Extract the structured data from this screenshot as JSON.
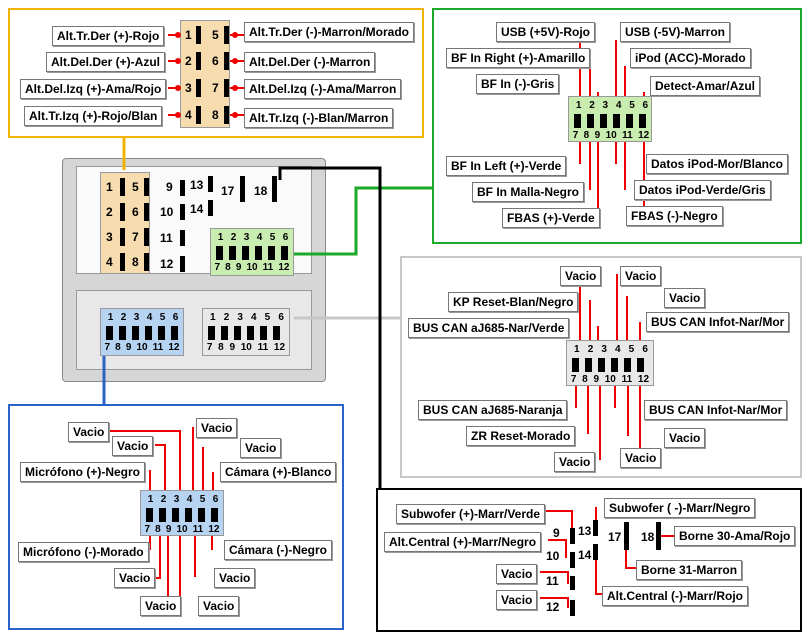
{
  "top_left": {
    "left_labels": [
      "Alt.Tr.Der (+)-Rojo",
      "Alt.Del.Der (+)-Azul",
      "Alt.Del.Izq (+)-Ama/Rojo",
      "Alt.Tr.Izq (+)-Rojo/Blan"
    ],
    "right_labels": [
      "Alt.Tr.Der (-)-Marron/Morado",
      "Alt.Del.Der (-)-Marron",
      "Alt.Del.Izq (-)-Ama/Marron",
      "Alt.Tr.Izq (-)-Blan/Marron"
    ],
    "left_pins": [
      "1",
      "2",
      "3",
      "4"
    ],
    "right_pins": [
      "5",
      "6",
      "7",
      "8"
    ]
  },
  "top_right": {
    "top_labels": [
      "USB (+5V)-Rojo",
      "BF In Right (+)-Amarillo",
      "BF In (-)-Gris",
      "USB (-5V)-Marron",
      "iPod (ACC)-Morado",
      "Detect-Amar/Azul"
    ],
    "bottom_labels": [
      "BF In Left (+)-Verde",
      "BF In Malla-Negro",
      "FBAS (+)-Verde",
      "Datos iPod-Mor/Blanco",
      "Datos iPod-Verde/Gris",
      "FBAS (-)-Negro"
    ],
    "pins_top": [
      "1",
      "2",
      "3",
      "4",
      "5",
      "6"
    ],
    "pins_bottom": [
      "7",
      "8",
      "9",
      "10",
      "11",
      "12"
    ]
  },
  "mid_right": {
    "top_labels": [
      "Vacio",
      "KP Reset-Blan/Negro",
      "BUS CAN aJ685-Nar/Verde",
      "Vacio",
      "Vacio",
      "BUS CAN Infot-Nar/Mor"
    ],
    "bottom_labels": [
      "BUS CAN aJ685-Naranja",
      "ZR Reset-Morado",
      "Vacio",
      "BUS CAN Infot-Nar/Mor",
      "Vacio",
      "Vacio"
    ],
    "pins_top": [
      "1",
      "2",
      "3",
      "4",
      "5",
      "6"
    ],
    "pins_bottom": [
      "7",
      "8",
      "9",
      "10",
      "11",
      "12"
    ]
  },
  "bottom_left": {
    "top_labels": [
      "Vacio",
      "Vacio",
      "Micrófono (+)-Negro",
      "Vacio",
      "Vacio",
      "Cámara (+)-Blanco"
    ],
    "bottom_labels": [
      "Micrófono (-)-Morado",
      "Vacio",
      "Vacio",
      "Cámara (-)-Negro",
      "Vacio",
      "Vacio"
    ],
    "pins_top": [
      "1",
      "2",
      "3",
      "4",
      "5",
      "6"
    ],
    "pins_bottom": [
      "7",
      "8",
      "9",
      "10",
      "11",
      "12"
    ]
  },
  "bottom_right": {
    "labels": [
      "Subwofer (+)-Marr/Verde",
      "Alt.Central (+)-Marr/Negro",
      "Vacio",
      "Vacio",
      "Subwofer ( -)-Marr/Negro",
      "Alt.Central (-)-Marr/Rojo",
      "Borne 30-Ama/Rojo",
      "Borne 31-Marron"
    ],
    "pins": [
      "9",
      "10",
      "11",
      "12",
      "13",
      "14",
      "17",
      "18"
    ]
  },
  "center": {
    "pins_a_left": [
      "1",
      "2",
      "3",
      "4"
    ],
    "pins_a_right": [
      "5",
      "6",
      "7",
      "8"
    ],
    "pins_mid": [
      "9",
      "10",
      "11",
      "12"
    ],
    "pins_mid2": [
      "13",
      "14"
    ],
    "pins_top": [
      "17",
      "18"
    ],
    "pins_row_top": [
      "1",
      "2",
      "3",
      "4",
      "5",
      "6"
    ],
    "pins_row_bottom": [
      "7",
      "8",
      "9",
      "10",
      "11",
      "12"
    ]
  },
  "colors": {
    "yellow": "#f0b400",
    "green": "#1aaa2a",
    "gray": "#bbbbbb",
    "blue": "#2a62c8",
    "black": "#000000",
    "red": "#e00000"
  }
}
